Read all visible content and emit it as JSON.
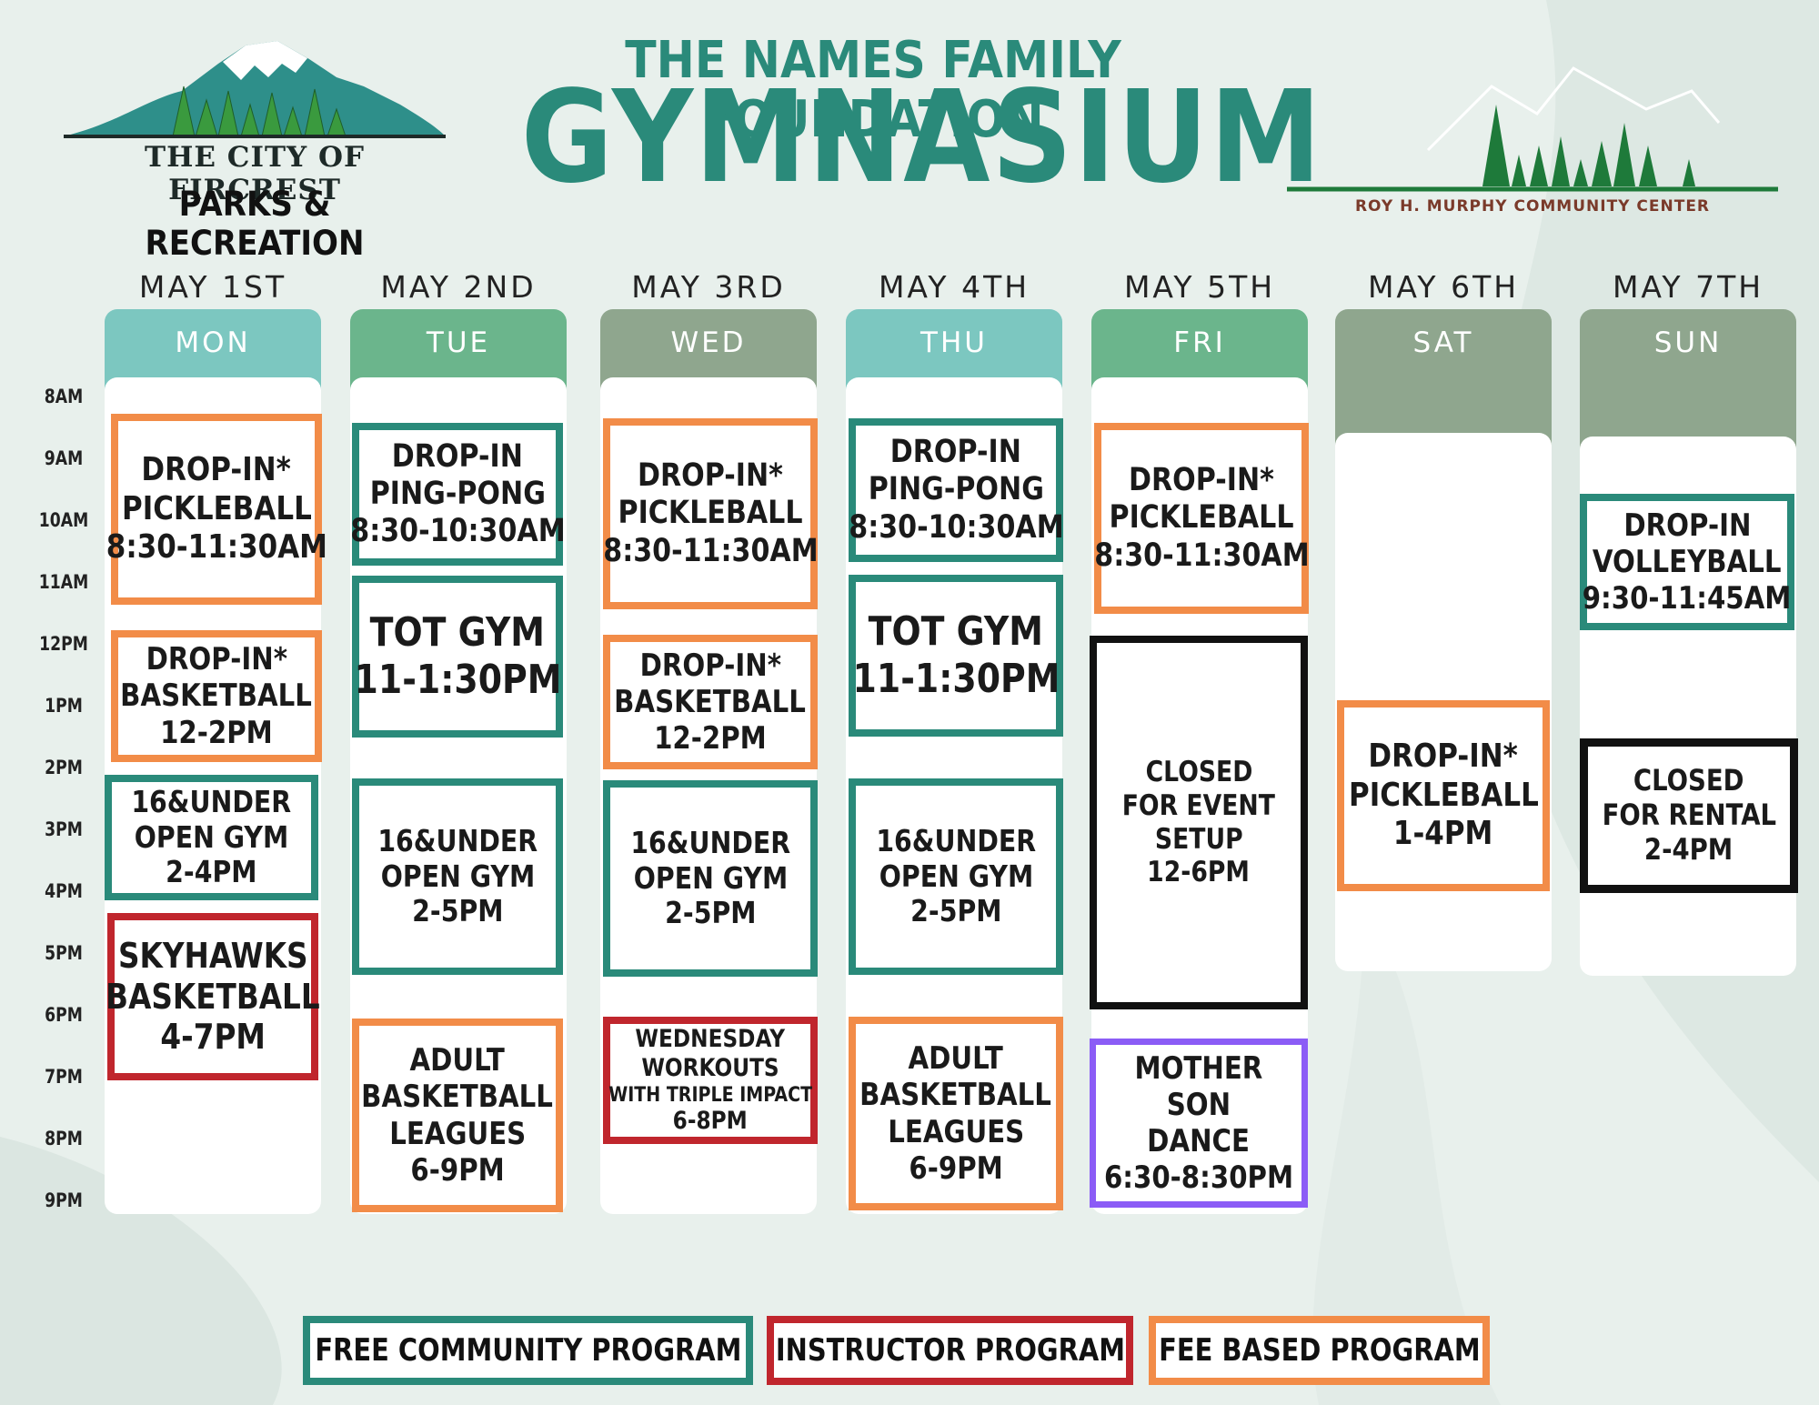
{
  "header": {
    "left_logo": {
      "line1": "THE CITY OF FIRCREST",
      "line2": "PARKS & RECREATION"
    },
    "title_small": "THE NAMES FAMILY FOUNDATION",
    "title_big": "GYMNASIUM",
    "right_logo": {
      "text": "ROY H. MURPHY COMMUNITY CENTER"
    }
  },
  "colors": {
    "free": "#2a8a7a",
    "instructor": "#c0262d",
    "fee": "#f28c48",
    "closed": "#111111",
    "special": "#8b5cf6",
    "header_teal": "#7cc7c0",
    "header_green": "#6bb58c",
    "header_sage": "#8fa68e"
  },
  "times": [
    "8AM",
    "9AM",
    "10AM",
    "11AM",
    "12PM",
    "1PM",
    "2PM",
    "3PM",
    "4PM",
    "5PM",
    "6PM",
    "7PM",
    "8PM",
    "9PM"
  ],
  "days": [
    {
      "date": "MAY 1ST",
      "day": "MON",
      "header_color": "#7cc7c0",
      "events": [
        {
          "lines": [
            "DROP-IN*",
            "PICKLEBALL",
            "8:30-11:30AM"
          ],
          "kind": "fee"
        },
        {
          "lines": [
            "DROP-IN*",
            "BASKETBALL",
            "12-2PM"
          ],
          "kind": "fee"
        },
        {
          "lines": [
            "16&UNDER",
            "OPEN GYM",
            "2-4PM"
          ],
          "kind": "free"
        },
        {
          "lines": [
            "SKYHAWKS",
            "BASKETBALL",
            "4-7PM"
          ],
          "kind": "instructor"
        }
      ]
    },
    {
      "date": "MAY 2ND",
      "day": "TUE",
      "header_color": "#6bb58c",
      "events": [
        {
          "lines": [
            "DROP-IN",
            "PING-PONG",
            "8:30-10:30AM"
          ],
          "kind": "free"
        },
        {
          "lines": [
            "TOT GYM",
            "11-1:30PM"
          ],
          "kind": "free"
        },
        {
          "lines": [
            "16&UNDER",
            "OPEN GYM",
            "2-5PM"
          ],
          "kind": "free"
        },
        {
          "lines": [
            "ADULT",
            "BASKETBALL",
            "LEAGUES",
            "6-9PM"
          ],
          "kind": "fee"
        }
      ]
    },
    {
      "date": "MAY 3RD",
      "day": "WED",
      "header_color": "#8fa68e",
      "events": [
        {
          "lines": [
            "DROP-IN*",
            "PICKLEBALL",
            "8:30-11:30AM"
          ],
          "kind": "fee"
        },
        {
          "lines": [
            "DROP-IN*",
            "BASKETBALL",
            "12-2PM"
          ],
          "kind": "fee"
        },
        {
          "lines": [
            "16&UNDER",
            "OPEN GYM",
            "2-5PM"
          ],
          "kind": "free"
        },
        {
          "lines": [
            "WEDNESDAY",
            "WORKOUTS",
            "WITH TRIPLE IMPACT",
            "6-8PM"
          ],
          "kind": "instructor"
        }
      ]
    },
    {
      "date": "MAY 4TH",
      "day": "THU",
      "header_color": "#7cc7c0",
      "events": [
        {
          "lines": [
            "DROP-IN",
            "PING-PONG",
            "8:30-10:30AM"
          ],
          "kind": "free"
        },
        {
          "lines": [
            "TOT GYM",
            "11-1:30PM"
          ],
          "kind": "free"
        },
        {
          "lines": [
            "16&UNDER",
            "OPEN GYM",
            "2-5PM"
          ],
          "kind": "free"
        },
        {
          "lines": [
            "ADULT",
            "BASKETBALL",
            "LEAGUES",
            "6-9PM"
          ],
          "kind": "fee"
        }
      ]
    },
    {
      "date": "MAY 5TH",
      "day": "FRI",
      "header_color": "#6bb58c",
      "events": [
        {
          "lines": [
            "DROP-IN*",
            "PICKLEBALL",
            "8:30-11:30AM"
          ],
          "kind": "fee"
        },
        {
          "lines": [
            "CLOSED",
            "FOR EVENT",
            "SETUP",
            "12-6PM"
          ],
          "kind": "closed"
        },
        {
          "lines": [
            "MOTHER",
            "SON",
            "DANCE",
            "6:30-8:30PM"
          ],
          "kind": "special"
        }
      ]
    },
    {
      "date": "MAY 6TH",
      "day": "SAT",
      "header_color": "#8fa68e",
      "events": [
        {
          "lines": [
            "DROP-IN*",
            "PICKLEBALL",
            "1-4PM"
          ],
          "kind": "fee"
        }
      ]
    },
    {
      "date": "MAY 7TH",
      "day": "SUN",
      "header_color": "#8fa68e",
      "events": [
        {
          "lines": [
            "DROP-IN",
            "VOLLEYBALL",
            "9:30-11:45AM"
          ],
          "kind": "free"
        },
        {
          "lines": [
            "CLOSED",
            "FOR RENTAL",
            "2-4PM"
          ],
          "kind": "closed"
        }
      ]
    }
  ],
  "legend": [
    {
      "label": "FREE COMMUNITY PROGRAM",
      "kind": "free"
    },
    {
      "label": "INSTRUCTOR PROGRAM",
      "kind": "instructor"
    },
    {
      "label": "FEE BASED PROGRAM",
      "kind": "fee"
    }
  ]
}
